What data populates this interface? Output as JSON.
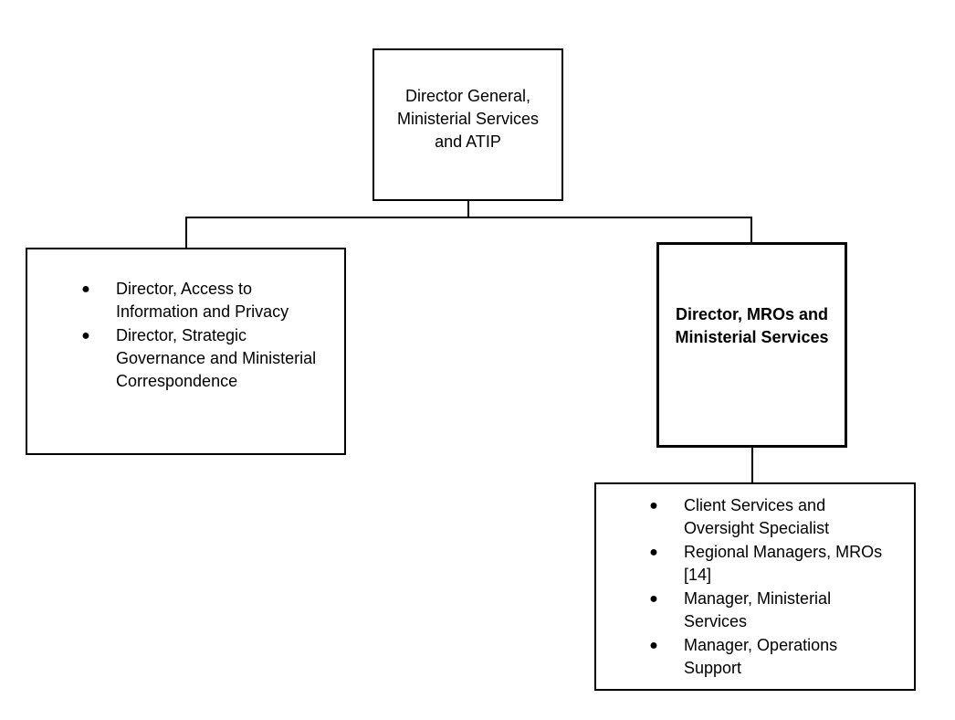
{
  "org_chart": {
    "top": {
      "title": "Director General,\nMinisterial Services\nand ATIP"
    },
    "left": {
      "items": [
        "Director, Access to Information and Privacy",
        "Director, Strategic Governance and Ministerial Correspondence"
      ]
    },
    "right": {
      "title": "Director, MROs and\nMinisterial Services"
    },
    "bottom": {
      "items": [
        "Client Services and Oversight Specialist",
        "Regional Managers, MROs [14]",
        "Manager, Ministerial Services",
        "Manager, Operations Support"
      ]
    }
  }
}
